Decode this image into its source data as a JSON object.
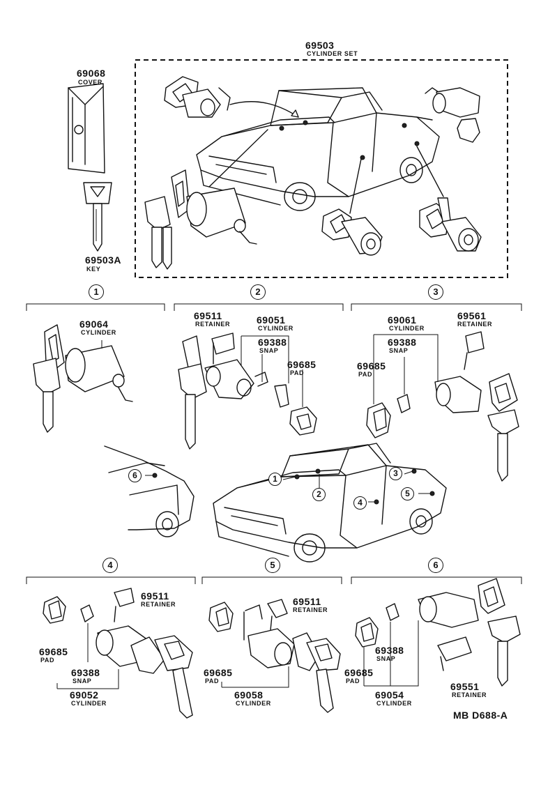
{
  "cylinder_set": {
    "part_no": "69503",
    "name": "CYLINDER SET"
  },
  "cover": {
    "part_no": "69068",
    "name": "COVER"
  },
  "key": {
    "part_no": "69503A",
    "name": "KEY"
  },
  "sections": [
    {
      "label": "1",
      "parts": [
        {
          "part_no": "69064",
          "name": "CYLINDER"
        }
      ]
    },
    {
      "label": "2",
      "parts": [
        {
          "part_no": "69511",
          "name": "RETAINER"
        },
        {
          "part_no": "69051",
          "name": "CYLINDER"
        },
        {
          "part_no": "69388",
          "name": "SNAP"
        },
        {
          "part_no": "69685",
          "name": "PAD"
        }
      ]
    },
    {
      "label": "3",
      "parts": [
        {
          "part_no": "69061",
          "name": "CYLINDER"
        },
        {
          "part_no": "69561",
          "name": "RETAINER"
        },
        {
          "part_no": "69388",
          "name": "SNAP"
        },
        {
          "part_no": "69685",
          "name": "PAD"
        }
      ]
    },
    {
      "label": "4",
      "parts": [
        {
          "part_no": "69511",
          "name": "RETAINER"
        },
        {
          "part_no": "69685",
          "name": "PAD"
        },
        {
          "part_no": "69388",
          "name": "SNAP"
        },
        {
          "part_no": "69052",
          "name": "CYLINDER"
        }
      ]
    },
    {
      "label": "5",
      "parts": [
        {
          "part_no": "69511",
          "name": "RETAINER"
        },
        {
          "part_no": "69685",
          "name": "PAD"
        },
        {
          "part_no": "69058",
          "name": "CYLINDER"
        }
      ]
    },
    {
      "label": "6",
      "parts": [
        {
          "part_no": "69685",
          "name": "PAD"
        },
        {
          "part_no": "69388",
          "name": "SNAP"
        },
        {
          "part_no": "69054",
          "name": "CYLINDER"
        },
        {
          "part_no": "69551",
          "name": "RETAINER"
        }
      ]
    }
  ],
  "car_callouts": [
    "1",
    "2",
    "3",
    "4",
    "5",
    "6"
  ],
  "diagram_code": "MB D688-A"
}
